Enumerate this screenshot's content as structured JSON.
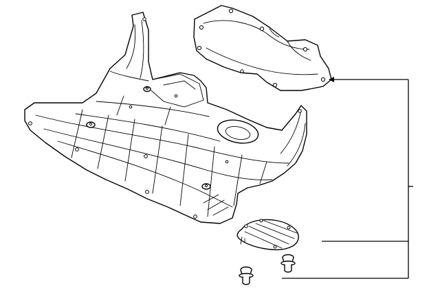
{
  "diagram": {
    "description_visible_text": "",
    "colors": {
      "line": "#000000",
      "background": "#ffffff"
    },
    "parts": [
      {
        "id": "main-under-cover",
        "icon": "splash-shield-icon"
      },
      {
        "id": "front-under-cover",
        "icon": "splash-shield-icon"
      },
      {
        "id": "small-cover-plate",
        "icon": "cover-plate-icon"
      },
      {
        "id": "push-clip-a",
        "icon": "clip-icon"
      },
      {
        "id": "push-clip-b",
        "icon": "clip-icon"
      }
    ],
    "callout_leaders": 4
  }
}
